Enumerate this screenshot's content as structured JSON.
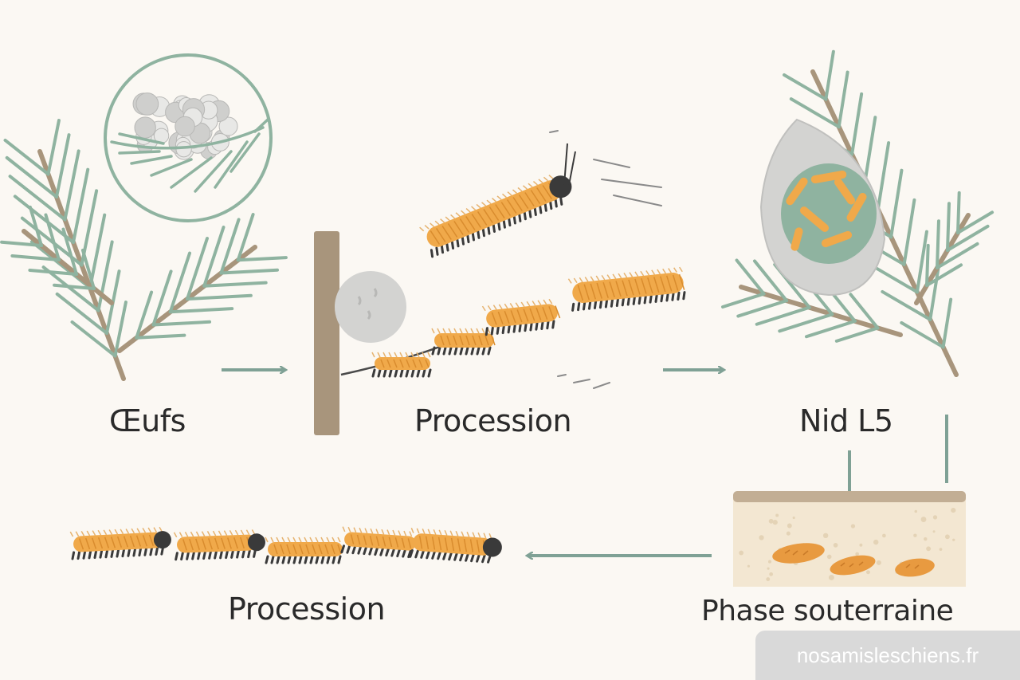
{
  "labels": {
    "eggs": "Œufs",
    "procession_top": "Procession",
    "nest": "Nid L5",
    "underground": "Phase souterraine",
    "procession_bottom": "Procession"
  },
  "watermark": "nosamisleschiens.fr",
  "colors": {
    "background": "#fbf8f3",
    "pine_needle": "#8fb3a0",
    "branch": "#a8957c",
    "caterpillar": "#f0a94a",
    "caterpillar_dark": "#d98c2e",
    "arrow": "#7fa195",
    "nest_silk": "#d3d3d1",
    "soil": "#f3e7d2",
    "text": "#2a2a2a"
  }
}
